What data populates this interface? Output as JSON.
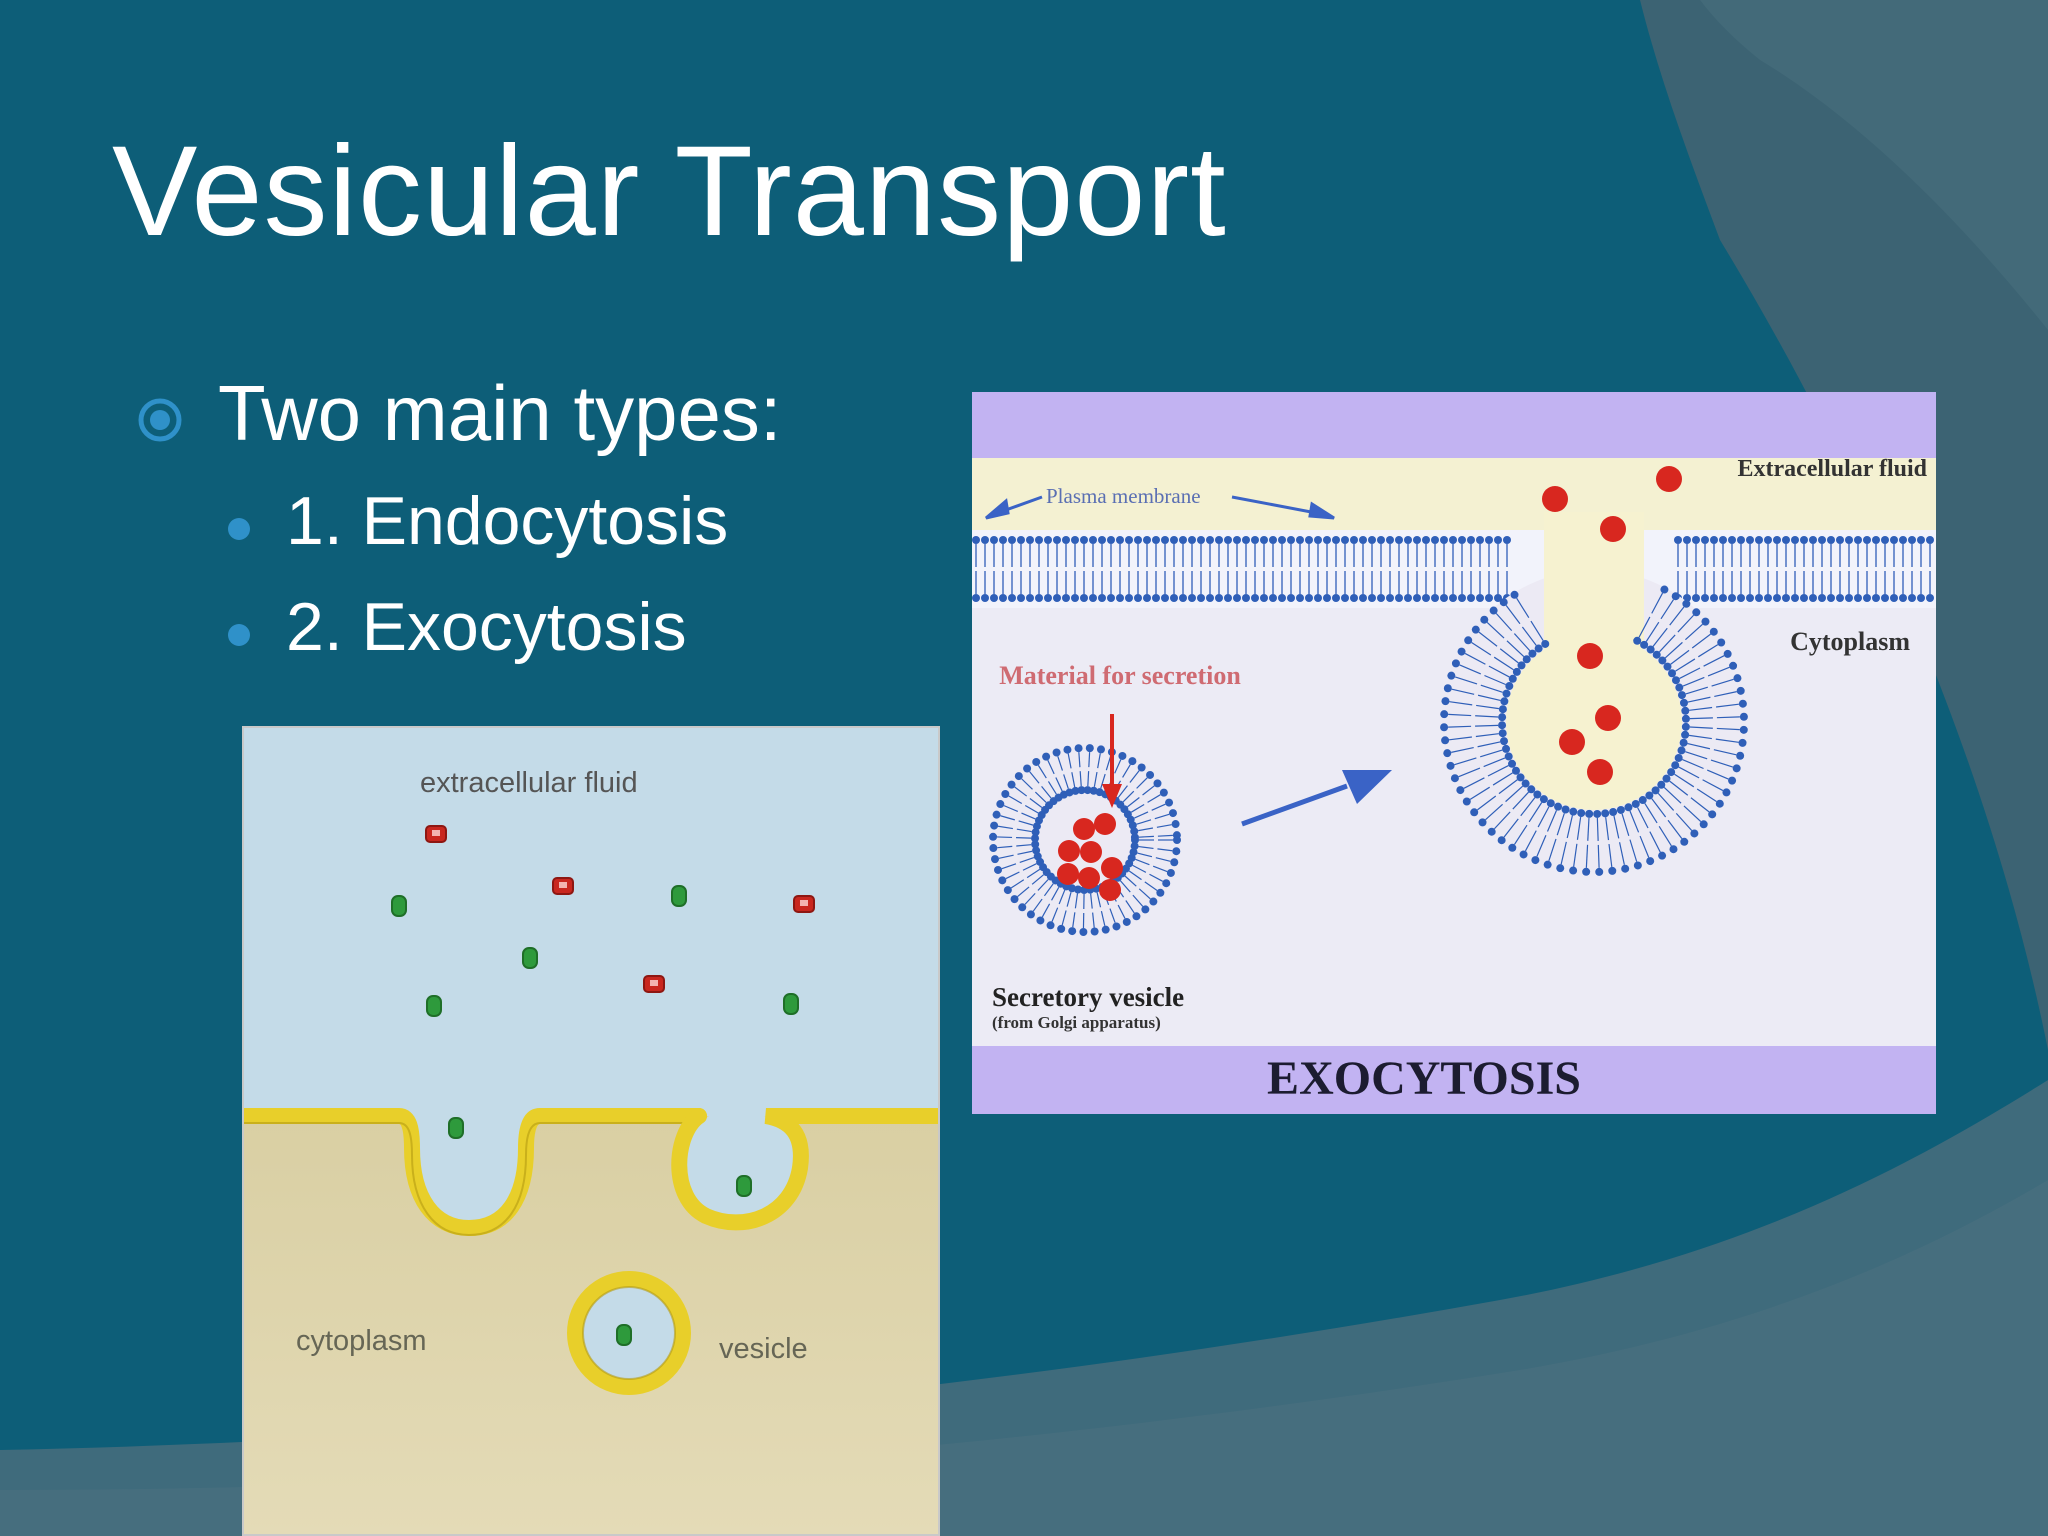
{
  "slide": {
    "title": "Vesicular Transport",
    "bullets": [
      {
        "text": "Two main types:",
        "subitems": [
          "1. Endocytosis",
          "2. Exocytosis"
        ]
      }
    ]
  },
  "endocytosis_figure": {
    "labels": {
      "extracellular_fluid": "extracellular fluid",
      "cytoplasm": "cytoplasm",
      "vesicle": "vesicle"
    }
  },
  "exocytosis_figure": {
    "labels": {
      "plasma_membrane": "Plasma membrane",
      "extracellular_fluid": "Extracellular fluid",
      "cytoplasm": "Cytoplasm",
      "material_for_secretion": "Material for secretion",
      "secretory_vesicle": "Secretory vesicle",
      "from_golgi": "(from Golgi apparatus)",
      "caption": "EXOCYTOSIS"
    }
  },
  "colors": {
    "background": "#0d5e78",
    "accent_bullet": "#2f91c9",
    "membrane_yellow": "#e8cf2a",
    "lipid_blue": "#2f5fb8",
    "secretion_red": "#d8271f",
    "particle_green": "#2e9a3c",
    "particle_red": "#c9271f"
  }
}
